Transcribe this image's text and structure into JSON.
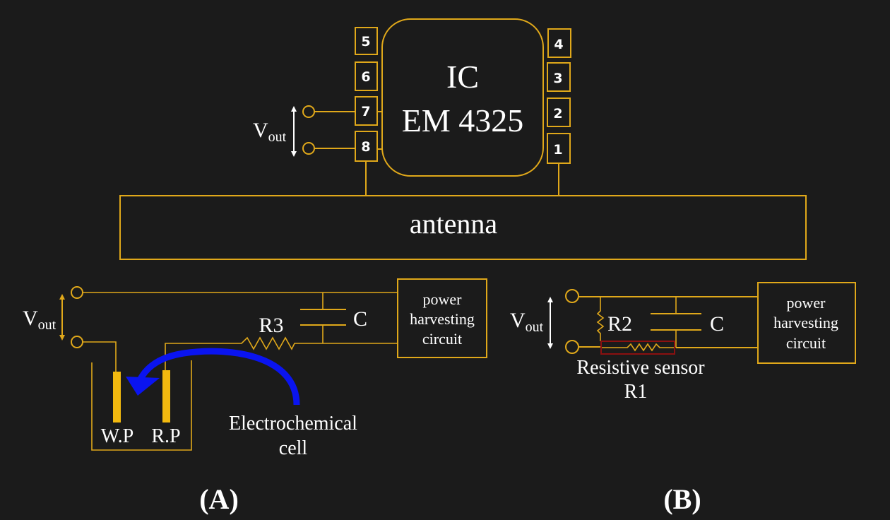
{
  "ic": {
    "title": "IC",
    "part": "EM 4325",
    "pins_left": [
      "5",
      "6",
      "7",
      "8"
    ],
    "pins_right": [
      "4",
      "3",
      "2",
      "1"
    ]
  },
  "antenna": {
    "label": "antenna"
  },
  "top_vout": {
    "v": "V",
    "sub": "out"
  },
  "panel_a": {
    "vout": {
      "v": "V",
      "sub": "out"
    },
    "resistor": "R3",
    "capacitor": "C",
    "power_box": [
      "power",
      "harvesting",
      "circuit"
    ],
    "electrodes": [
      "W.P",
      "R.P"
    ],
    "cell_label": [
      "Electrochemical",
      "cell"
    ],
    "caption": "(A)"
  },
  "panel_b": {
    "vout": {
      "v": "V",
      "sub": "out"
    },
    "resistor": "R2",
    "capacitor": "C",
    "power_box": [
      "power",
      "harvesting",
      "circuit"
    ],
    "sensor_label": [
      "Resistive sensor",
      "R1"
    ],
    "caption": "(B)"
  },
  "colors": {
    "background": "#1b1b1b",
    "wire": "#e0a81a",
    "electrode": "#f2b90f",
    "arrow": "#0a14f0",
    "sensor_box": "#8b1010",
    "text": "#ffffff"
  }
}
